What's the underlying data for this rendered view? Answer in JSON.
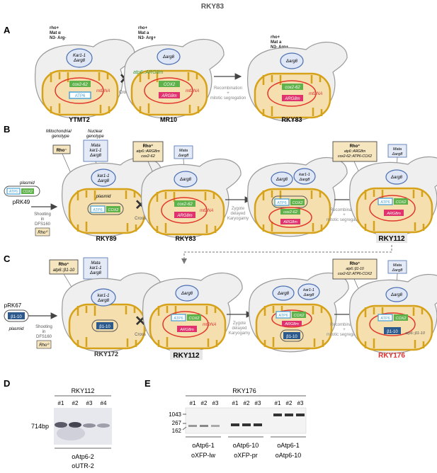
{
  "title": "RKY83",
  "panels": {
    "A": "A",
    "B": "B",
    "C": "C",
    "D": "D",
    "E": "E"
  },
  "panelA": {
    "geno1": [
      "rho+",
      "Mat α",
      "N3- Arg-"
    ],
    "geno2": [
      "rho+",
      "Mat a",
      "N3- Arg+"
    ],
    "geno3": [
      "rho+",
      "Mat a",
      "N3- Arg+"
    ],
    "kar": [
      "Kar1-1",
      "Δarg8"
    ],
    "darg8": "Δarg8",
    "cox262": "cox2-62",
    "atp6": "ATP6",
    "mtdna": "mtDNA",
    "atp6arg": "atp6::ARG8m",
    "cox2": "COX2",
    "arg8m": "ARG8m",
    "cross": "Cross",
    "recomb": [
      "Recombination",
      "+",
      "mitotic segregation"
    ],
    "strains": [
      "YTMT2",
      "MR10",
      "RKY83"
    ]
  },
  "panelB": {
    "mito_geno": [
      "Mitochondrial",
      "genotype"
    ],
    "nuc_geno": [
      "Nuclear",
      "genotype"
    ],
    "rho_minus": "Rho⁻",
    "mata_box": [
      "Mata",
      "kar1-1",
      "Δarg8"
    ],
    "rho_plus_box": [
      "Rho⁺",
      "atp6::ARG8m",
      "cox2-62"
    ],
    "mata_box2": [
      "Mata",
      "Δarg8"
    ],
    "rky112_box": [
      "Rho⁺",
      "atp6::ARG8m",
      "cox2-62::ATP6-COX2"
    ],
    "plasmid": "plasmid",
    "prk49": "pRK49",
    "shooting": [
      "Shooting",
      "in",
      "DFS160"
    ],
    "rho0": "Rho⁰",
    "kar": [
      "kar1-1",
      "Δarg8"
    ],
    "atp6": "ATP6",
    "cox2": "COX2",
    "cox262": "cox2-62",
    "arg8m": "ARG8m",
    "mtdna": "mtDNA",
    "darg8": "Δarg8",
    "cross": "Cross",
    "zygote": [
      "Zygote",
      "delayed",
      "Karyogamy"
    ],
    "recomb": [
      "Recombination",
      "+",
      "mitotic segregation"
    ],
    "strains": [
      "RKY89",
      "RKY83",
      "RKY112"
    ]
  },
  "panelC": {
    "rho_box": [
      "Rho⁺",
      "atp6::β1-10"
    ],
    "mata_box": [
      "Mata",
      "kar1-1",
      "Δarg8"
    ],
    "rky176_box": [
      "Rho⁺",
      "atp6::β1-10",
      "cox2-62::ATP6-COX2"
    ],
    "mata_box2": [
      "Mata",
      "Δarg8"
    ],
    "prk67": "pRK67",
    "plasmid": "plasmid",
    "b110": "β1-10",
    "shooting": [
      "Shooting",
      "in",
      "DFS160"
    ],
    "rho0": "Rho⁰",
    "kar": [
      "kar1-1",
      "Δarg8"
    ],
    "atp6": "ATP6",
    "cox2": "COX2",
    "arg8m": "ARG8m",
    "mtdna": "mtDNA",
    "darg8": "Δarg8",
    "atp6b": "atp6::β1-10",
    "cross": "Cross",
    "zygote": [
      "Zygote",
      "delayed",
      "Karyogamy"
    ],
    "recomb": [
      "Recombination",
      "+",
      "mitotic segregation"
    ],
    "strains": [
      "RKY172",
      "RKY112",
      "RKY176"
    ]
  },
  "panelD": {
    "strain": "RKY112",
    "lanes": [
      "#1",
      "#2",
      "#3",
      "#4"
    ],
    "size": "714bp",
    "primers": [
      "oAtp6-2",
      "oUTR-2"
    ]
  },
  "panelE": {
    "strain": "RKY176",
    "lanes": [
      "#1",
      "#2",
      "#3",
      "#1",
      "#2",
      "#3",
      "#1",
      "#2",
      "#3"
    ],
    "markers": [
      "1043",
      "267",
      "162"
    ],
    "primers": [
      [
        "oAtp6-1",
        "oXFP-lw"
      ],
      [
        "oAtp6-10",
        "oXFP-pr"
      ],
      [
        "oAtp6-1",
        "oAtp6-10"
      ]
    ]
  },
  "colors": {
    "cell_fill": "#efefef",
    "cell_stroke": "#9a9a9a",
    "mito_fill": "#f5dfae",
    "mito_stroke": "#d6a21a",
    "nucleus_fill": "#dfe6f5",
    "nucleus_stroke": "#4a6fb0",
    "mtdna": "#e0392b",
    "green": "#5fb14a",
    "blue": "#4aa3d8",
    "pink": "#e0336d",
    "box_fill": "#f6e6c0",
    "box_stroke": "#333",
    "nuc_box_fill": "#e4ebf7",
    "nuc_box_stroke": "#4a6fb0",
    "arrow": "#555",
    "red_label": "#e03030"
  }
}
